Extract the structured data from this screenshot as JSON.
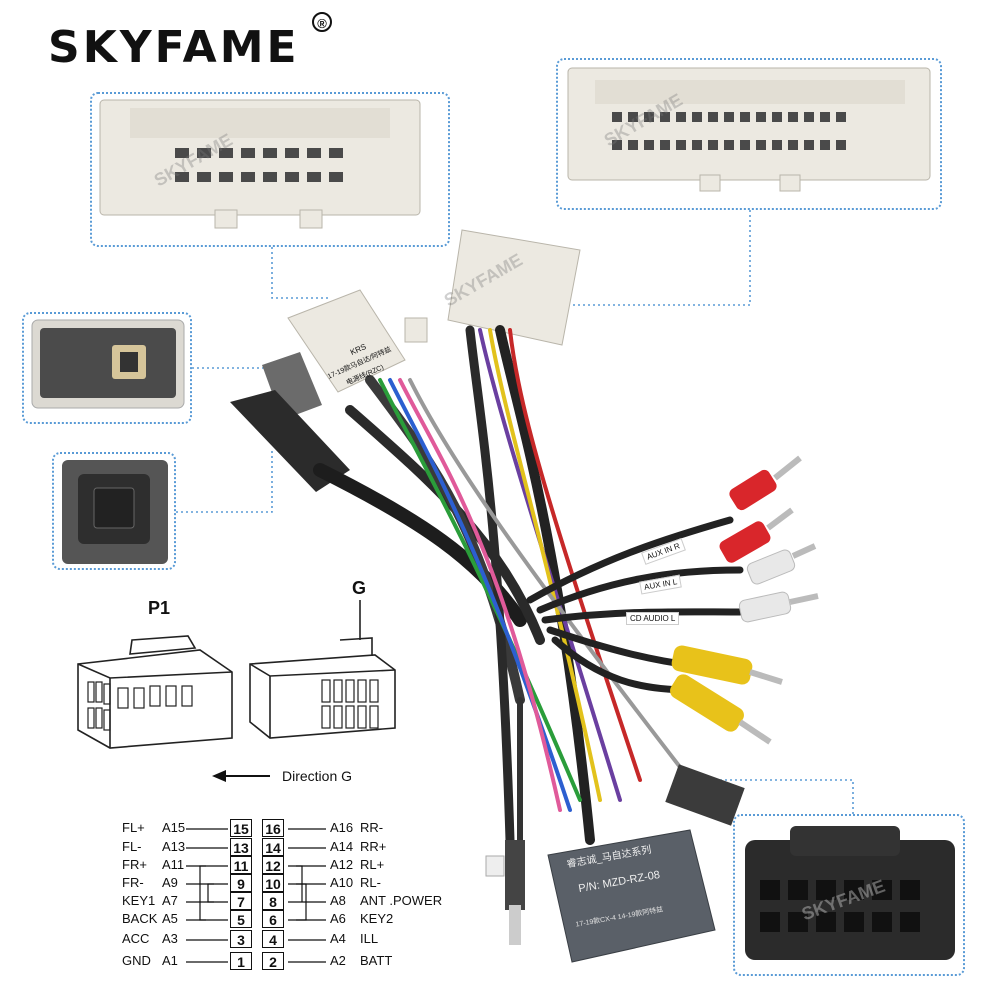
{
  "brand": {
    "name": "SKYFAME",
    "registered": "®"
  },
  "watermark": "SKYFAME",
  "diagram": {
    "p1_label": "P1",
    "g_label": "G",
    "direction_label": "Direction G",
    "arrow_symbol": "←"
  },
  "pinout": {
    "left": [
      {
        "label": "FL+",
        "pin": "A15",
        "num": "15"
      },
      {
        "label": "FL-",
        "pin": "A13",
        "num": "13"
      },
      {
        "label": "FR+",
        "pin": "A11",
        "num": "11"
      },
      {
        "label": "FR-",
        "pin": "A9",
        "num": "9"
      },
      {
        "label": "KEY1",
        "pin": "A7",
        "num": "7"
      },
      {
        "label": "BACK",
        "pin": "A5",
        "num": "5"
      },
      {
        "label": "ACC",
        "pin": "A3",
        "num": "3"
      },
      {
        "label": "GND",
        "pin": "A1",
        "num": "1"
      }
    ],
    "right": [
      {
        "label": "RR-",
        "pin": "A16",
        "num": "16"
      },
      {
        "label": "RR+",
        "pin": "A14",
        "num": "14"
      },
      {
        "label": "RL+",
        "pin": "A12",
        "num": "12"
      },
      {
        "label": "RL-",
        "pin": "A10",
        "num": "10"
      },
      {
        "label": "ANT .POWER",
        "pin": "A8",
        "num": "8"
      },
      {
        "label": "KEY2",
        "pin": "A6",
        "num": "6"
      },
      {
        "label": "ILL",
        "pin": "A4",
        "num": "4"
      },
      {
        "label": "BATT",
        "pin": "A2",
        "num": "2"
      }
    ]
  },
  "tags": {
    "aux_in_r": "AUX IN R",
    "aux_in_l": "AUX IN L",
    "cd_audio": "CD AUDIO L",
    "module_line1": "睿志诚_马自达系列",
    "module_line2": "P/N: MZD-RZ-08",
    "module_line3": "17-19款CX-4 14-19款阿特兹",
    "connector_tag1": "KRS",
    "connector_tag2": "17-19款马自达/阿特兹",
    "connector_tag3": "电源线(RZC)"
  },
  "colors": {
    "callout_border": "#5a9bd6",
    "connector_white": "#ece9e1",
    "connector_grey": "#6b6b6b",
    "rca_red": "#d9262b",
    "rca_white": "#e8e8e8",
    "rca_yellow": "#e8c21a"
  }
}
